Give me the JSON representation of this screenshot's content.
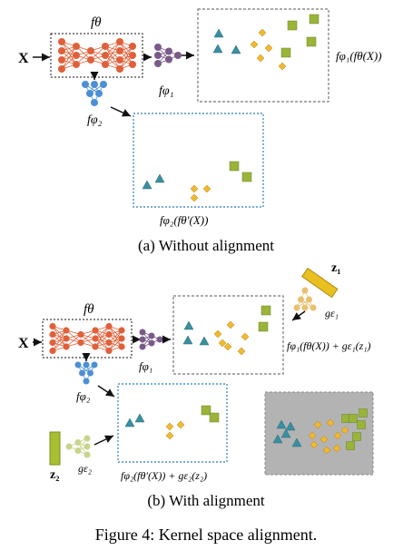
{
  "figure": {
    "caption": "Figure 4: Kernel space alignment."
  },
  "panel_a": {
    "label": "(a) Without alignment",
    "input": "X",
    "encoder": "fθ",
    "head1": "fφ₁",
    "head2": "fφ₂",
    "out1_label": "fφ₁(fθ(X))",
    "out2_label": "fφ₂(fθ′(X))"
  },
  "panel_b": {
    "label": "(b) With alignment",
    "input": "X",
    "encoder": "fθ",
    "head1": "fφ₁",
    "head2": "fφ₂",
    "z1": "z₁",
    "z2": "z₂",
    "g1": "gε₁",
    "g2": "gε₂",
    "out1_label": "fφ₁(fθ(X)) + gε₁(z₁)",
    "out2_label": "fφ₂(fθ′(X)) + gε₂(z₂)"
  },
  "colors": {
    "encoder": "#e0603a",
    "head1": "#7a5a8a",
    "head2": "#4d8fd6",
    "g1": "#e8c070",
    "g2": "#c8d48a",
    "triangle": "#3a8fa0",
    "diamond": "#f0b930",
    "square": "#9ab43a",
    "box_gray": "#777777",
    "box_blue": "#4a90c8",
    "merged_bg": "#b3b3b3"
  }
}
